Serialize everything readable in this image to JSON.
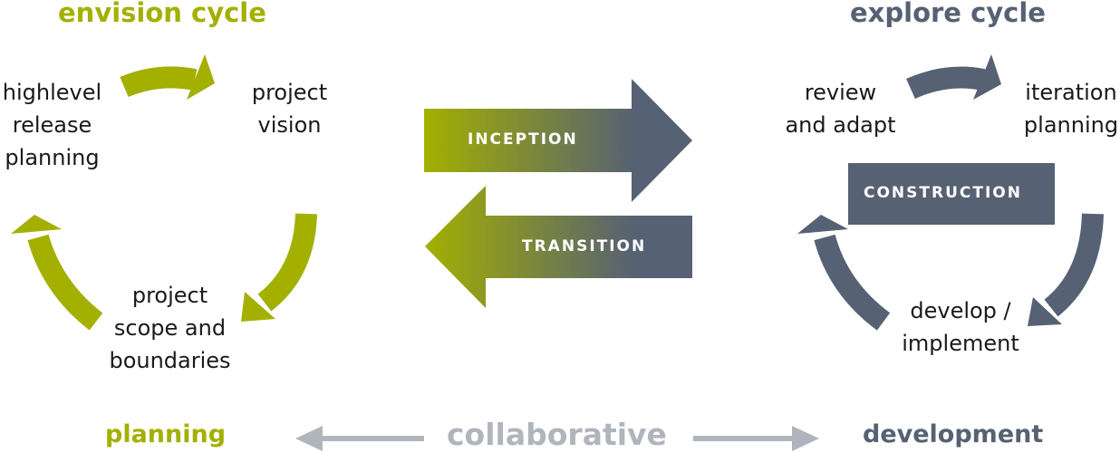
{
  "colors": {
    "envision": "#a3b000",
    "explore": "#566173",
    "collab": "#b0b5bd"
  },
  "envision": {
    "title": "envision cycle",
    "steps": [
      "highlevel\nrelease\nplanning",
      "project\nvision",
      "project\nscope and\nboundaries"
    ]
  },
  "explore": {
    "title": "explore cycle",
    "steps": [
      "review\nand adapt",
      "iteration\nplanning",
      "develop /\nimplement"
    ],
    "box": "CONSTRUCTION"
  },
  "middle": {
    "inception": "INCEPTION",
    "transition": "TRANSITION"
  },
  "footer": {
    "left": "planning",
    "center": "collaborative",
    "right": "development"
  }
}
